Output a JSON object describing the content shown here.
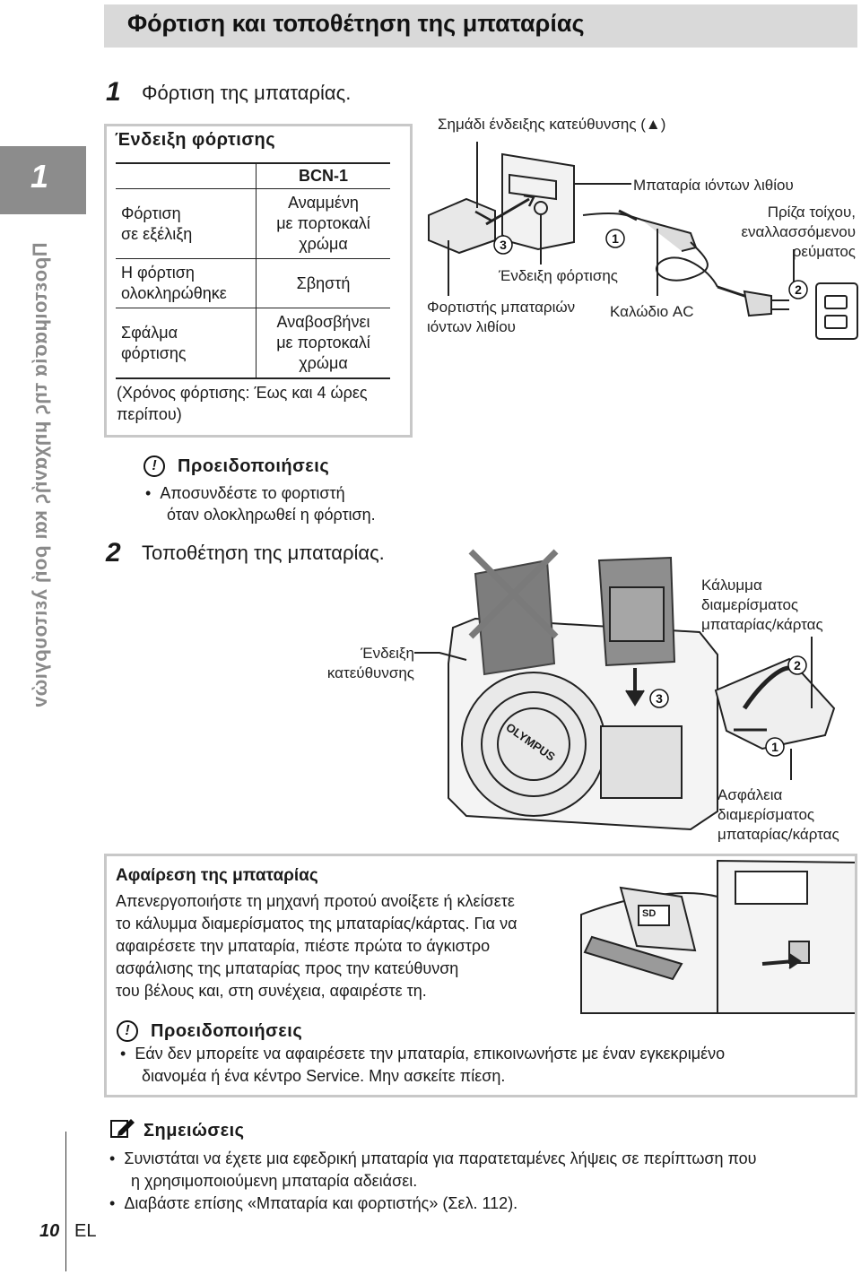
{
  "header": {
    "title": "Φόρτιση και τοποθέτηση της μπαταρίας"
  },
  "side": {
    "chapter_number": "1",
    "chapter_title": "Προετοιμασία της μηχανής και ροή λειτουργιών"
  },
  "footer": {
    "page_number": "10",
    "lang": "EL"
  },
  "step1": {
    "number": "1",
    "text": "Φόρτιση της μπαταρίας."
  },
  "indicator": {
    "title": "Ένδειξη φόρτισης",
    "column_header": "BCN-1",
    "rows": [
      {
        "state": "Φόρτιση σε εξέλιξη",
        "state_l1": "Φόρτιση",
        "state_l2": "σε εξέλιξη",
        "value_l1": "Αναμμένη",
        "value_l2": "με πορτοκαλί",
        "value_l3": "χρώμα"
      },
      {
        "state_l1": "Η φόρτιση",
        "state_l2": "ολοκληρώθηκε",
        "value_l1": "Σβηστή"
      },
      {
        "state_l1": "Σφάλμα",
        "state_l2": "φόρτισης",
        "value_l1": "Αναβοσβήνει",
        "value_l2": "με πορτοκαλί",
        "value_l3": "χρώμα"
      }
    ],
    "charge_time_l1": "(Χρόνος φόρτισης: Έως και 4 ώρες",
    "charge_time_l2": "περίπου)"
  },
  "caution1": {
    "icon": "!",
    "title": "Προειδοποιήσεις",
    "bullet_l1": "Αποσυνδέστε το φορτιστή",
    "bullet_l2": "όταν ολοκληρωθεί η φόρτιση."
  },
  "step2": {
    "number": "2",
    "text": "Τοποθέτηση της μπαταρίας."
  },
  "charger_diagram": {
    "direction_mark": "Σημάδι ένδειξης κατεύθυνσης (▲)",
    "battery": "Μπαταρία ιόντων λιθίου",
    "outlet_l1": "Πρίζα τοίχου,",
    "outlet_l2": "εναλλασσόμενου",
    "outlet_l3": "ρεύματος",
    "charge_indicator": "Ένδειξη φόρτισης",
    "charger_l1": "Φορτιστής μπαταριών",
    "charger_l2": "ιόντων λιθίου",
    "ac_cable": "Καλώδιο AC",
    "callout1": "1",
    "callout2": "2",
    "callout3": "3"
  },
  "camera_diagram": {
    "direction_l1": "Ένδειξη",
    "direction_l2": "κατεύθυνσης",
    "cover_l1": "Κάλυμμα",
    "cover_l2": "διαμερίσματος",
    "cover_l3": "μπαταρίας/κάρτας",
    "lock_l1": "Ασφάλεια",
    "lock_l2": "διαμερίσματος",
    "lock_l3": "μπαταρίας/κάρτας",
    "brand": "OLYMPUS",
    "callout1": "1",
    "callout2": "2",
    "callout3": "3"
  },
  "removal": {
    "title": "Αφαίρεση της μπαταρίας",
    "l1": "Απενεργοποιήστε τη μηχανή προτού ανοίξετε ή κλείσετε",
    "l2": "το κάλυμμα διαμερίσματος της μπαταρίας/κάρτας. Για να",
    "l3": "αφαιρέσετε την μπαταρία, πιέστε πρώτα το άγκιστρο",
    "l4": "ασφάλισης της μπαταρίας προς την κατεύθυνση",
    "l5": "του βέλους και, στη συνέχεια, αφαιρέστε τη.",
    "sd_label": "SD"
  },
  "caution2": {
    "icon": "!",
    "title": "Προειδοποιήσεις",
    "bullet_l1": "Εάν δεν μπορείτε να αφαιρέσετε την μπαταρία, επικοινωνήστε με έναν εγκεκριμένο",
    "bullet_l2": "διανομέα ή ένα κέντρο Service. Μην ασκείτε πίεση."
  },
  "notes": {
    "title": "Σημειώσεις",
    "b1_l1": "Συνιστάται να έχετε μια εφεδρική μπαταρία για παρατεταμένες λήψεις σε περίπτωση που",
    "b1_l2": "η χρησιμοποιούμενη μπαταρία αδειάσει.",
    "b2": "Διαβάστε επίσης «Μπαταρία και φορτιστής» (Σελ. 112)."
  },
  "colors": {
    "header_bg": "#d9d9d9",
    "tab_bg": "#8c8c8c",
    "box_border": "#c8c8c8",
    "side_text": "#8a8a8a"
  }
}
